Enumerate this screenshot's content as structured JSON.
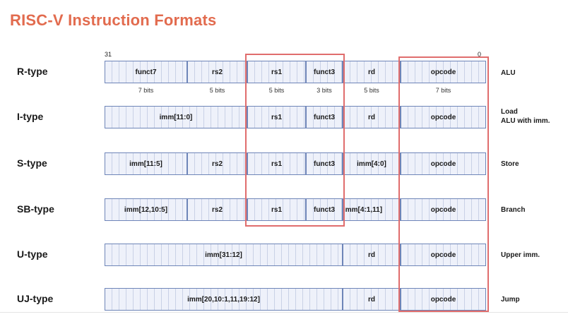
{
  "title": "RISC-V Instruction Formats",
  "bit_high": "31",
  "bit_low": "0",
  "rows": [
    {
      "label": "R-type",
      "description": "ALU",
      "fields": [
        "funct7",
        "rs2",
        "rs1",
        "funct3",
        "rd",
        "opcode"
      ],
      "widths": [
        "7 bits",
        "5 bits",
        "5 bits",
        "3 bits",
        "5 bits",
        "7 bits"
      ]
    },
    {
      "label": "I-type",
      "description": "Load\nALU with imm.",
      "fields": [
        "imm[11:0]",
        "rs1",
        "funct3",
        "rd",
        "opcode"
      ]
    },
    {
      "label": "S-type",
      "description": "Store",
      "fields": [
        "imm[11:5]",
        "rs2",
        "rs1",
        "funct3",
        "imm[4:0]",
        "opcode"
      ]
    },
    {
      "label": "SB-type",
      "description": "Branch",
      "fields": [
        "imm[12,10:5]",
        "rs2",
        "rs1",
        "funct3",
        "imm[4:1,11]",
        "opcode"
      ]
    },
    {
      "label": "U-type",
      "description": "Upper imm.",
      "fields": [
        "imm[31:12]",
        "rd",
        "opcode"
      ]
    },
    {
      "label": "UJ-type",
      "description": "Jump",
      "fields": [
        "imm[20,10:1,11,19:12]",
        "rd",
        "opcode"
      ]
    }
  ],
  "colors": {
    "title": "#e26b4e",
    "highlight": "#e06d6d",
    "field_border": "#6e85b8",
    "field_fill": "#eef1fa"
  }
}
